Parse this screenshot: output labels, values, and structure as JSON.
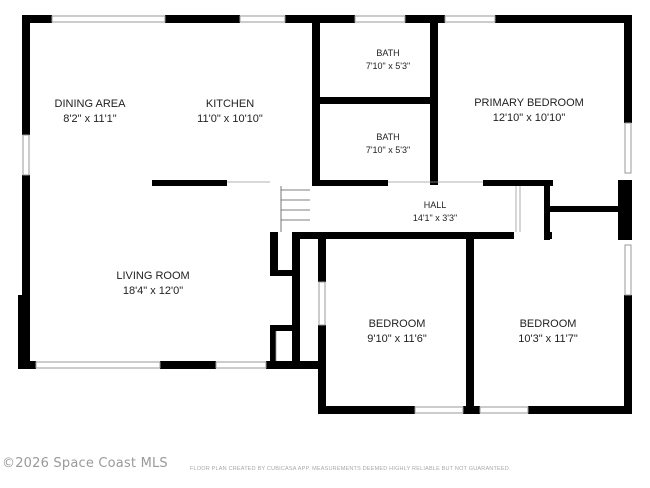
{
  "rooms": {
    "dining": {
      "name": "DINING AREA",
      "dims": "8'2\" x 11'1\""
    },
    "kitchen": {
      "name": "KITCHEN",
      "dims": "11'0\" x 10'10\""
    },
    "bath_top": {
      "name": "BATH",
      "dims": "7'10\" x 5'3\""
    },
    "bath_mid": {
      "name": "BATH",
      "dims": "7'10\" x 5'3\""
    },
    "primary": {
      "name": "PRIMARY BEDROOM",
      "dims": "12'10\" x 10'10\""
    },
    "hall": {
      "name": "HALL",
      "dims": "14'1\" x 3'3\""
    },
    "living": {
      "name": "LIVING ROOM",
      "dims": "18'4\" x 12'0\""
    },
    "bedroom_left": {
      "name": "BEDROOM",
      "dims": "9'10\" x 11'6\""
    },
    "bedroom_right": {
      "name": "BEDROOM",
      "dims": "10'3\" x 11'7\""
    }
  },
  "footer": {
    "watermark": "©2026 Space Coast MLS",
    "disclaimer": "FLOOR PLAN CREATED BY CUBICASA APP. MEASUREMENTS DEEMED HIGHLY RELIABLE BUT NOT GUARANTEED."
  },
  "colors": {
    "wall": "#000000",
    "window": "#9a9a9a",
    "background": "#ffffff"
  }
}
